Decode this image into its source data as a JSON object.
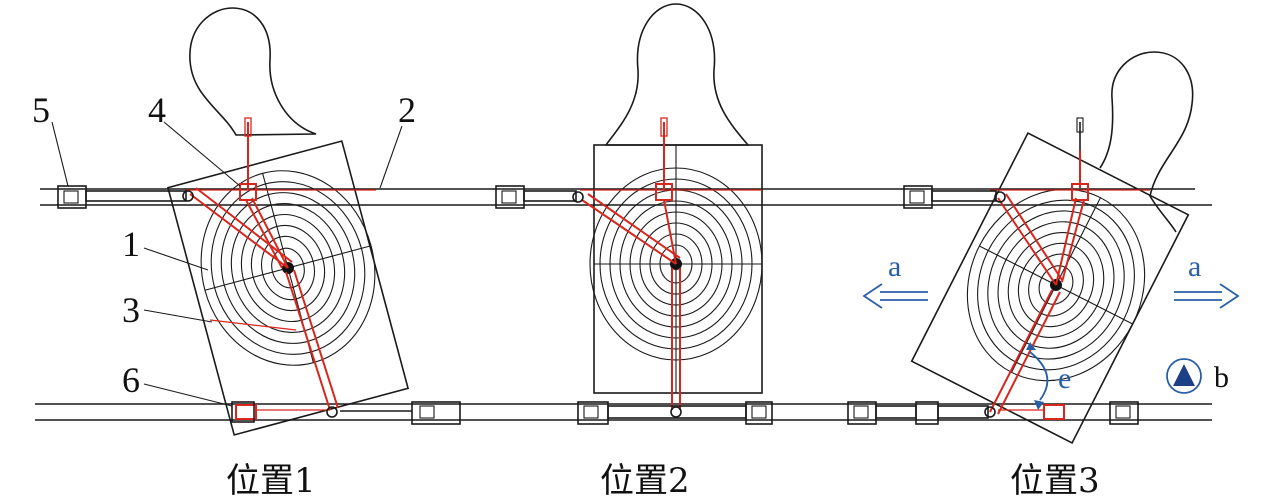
{
  "captions": {
    "position1": "位置1",
    "position2": "位置2",
    "position3": "位置3"
  },
  "part_labels": {
    "p1": "1",
    "p2": "2",
    "p3": "3",
    "p4": "4",
    "p5": "5",
    "p6": "6"
  },
  "direction_labels": {
    "left": "a",
    "right": "a",
    "e": "e",
    "b": "b"
  },
  "colors": {
    "structure": "#1a1a1a",
    "linkage": "#d9261c",
    "motion": "#2a5fa8"
  }
}
